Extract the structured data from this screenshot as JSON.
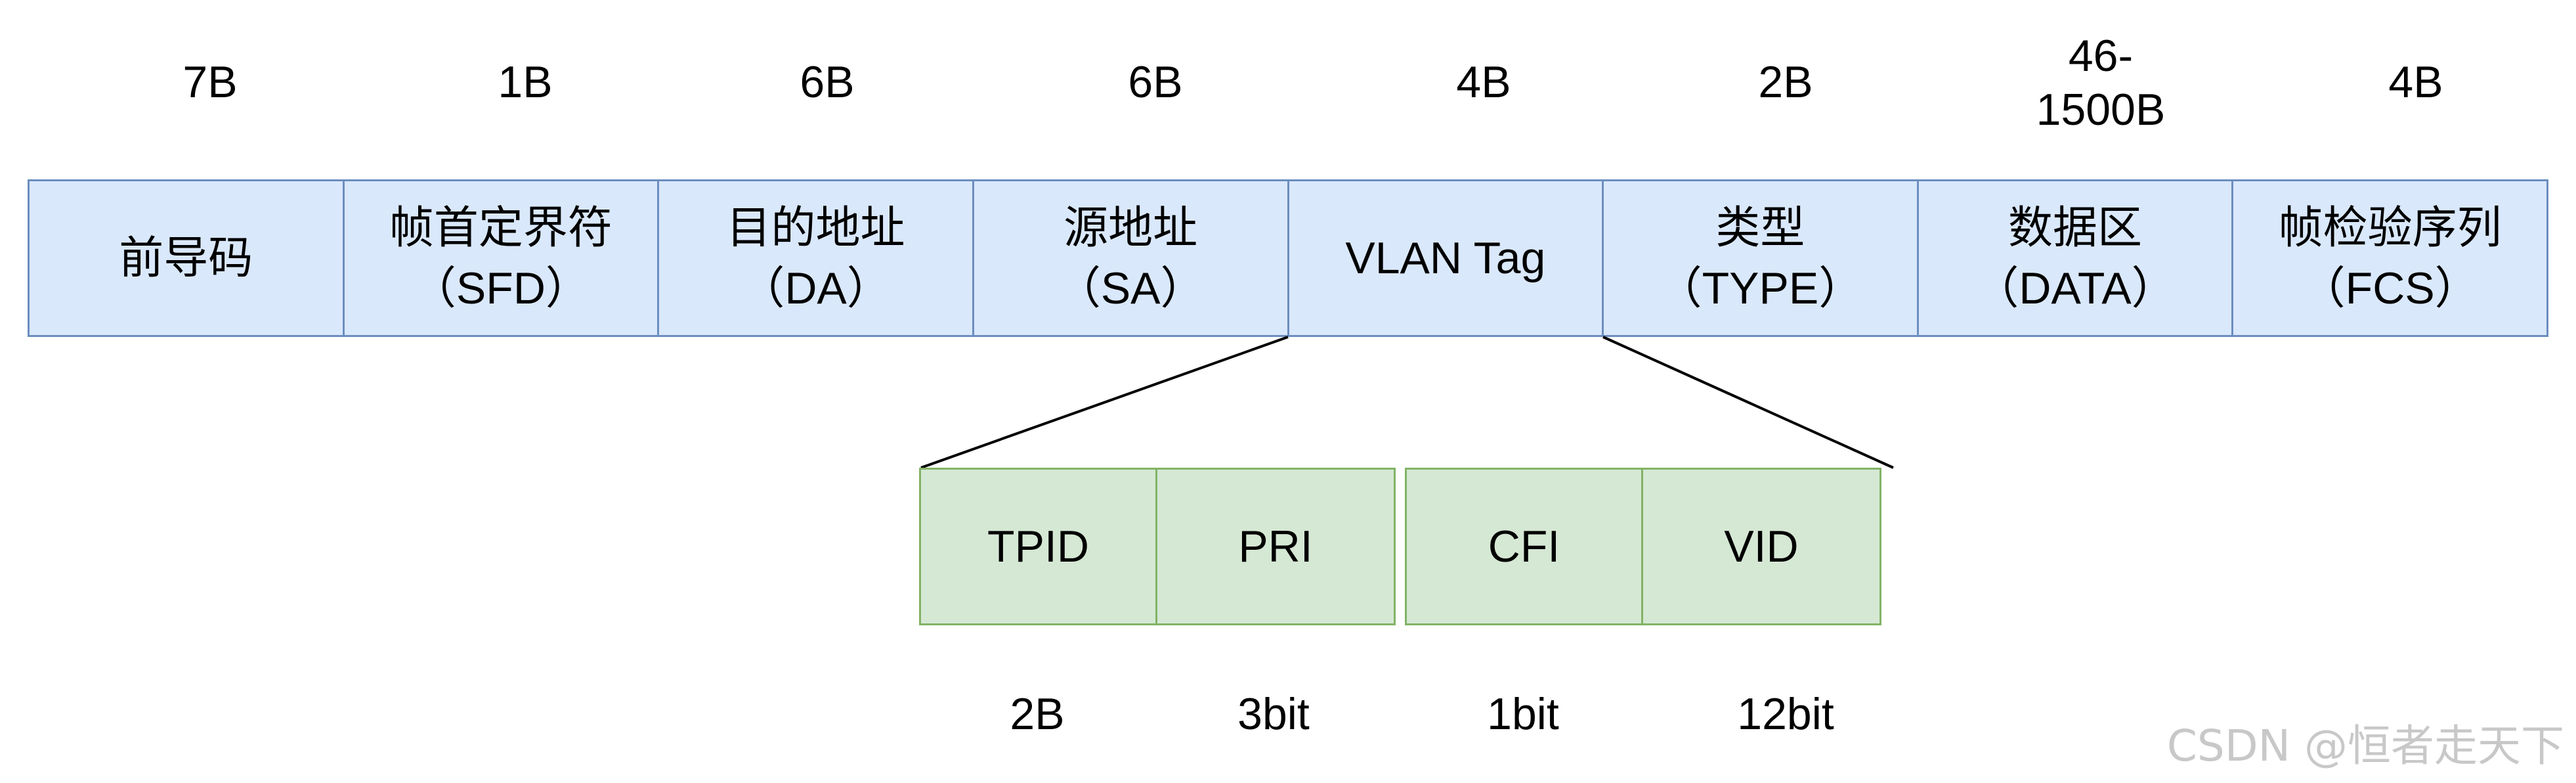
{
  "frame": {
    "sizes": [
      "7B",
      "1B",
      "6B",
      "6B",
      "4B",
      "2B",
      "46-\n1500B",
      "4B"
    ],
    "fields": [
      {
        "name": "前导码",
        "abbr": ""
      },
      {
        "name": "帧首定界符",
        "abbr": "（SFD）"
      },
      {
        "name": "目的地址",
        "abbr": "（DA）"
      },
      {
        "name": "源地址",
        "abbr": "（SA）"
      },
      {
        "name": "VLAN Tag",
        "abbr": ""
      },
      {
        "name": "类型",
        "abbr": "（TYPE）"
      },
      {
        "name": "数据区",
        "abbr": "（DATA）"
      },
      {
        "name": "帧检验序列",
        "abbr": "（FCS）"
      }
    ]
  },
  "vlan_tag": {
    "fields": [
      "TPID",
      "PRI",
      "CFI",
      "VID"
    ],
    "sizes": [
      "2B",
      "3bit",
      "1bit",
      "12bit"
    ]
  },
  "colors": {
    "field_fill": "#dae8fc",
    "field_border": "#6c8ebf",
    "sub_fill": "#d5e8d4",
    "sub_border": "#82b366"
  },
  "watermark": "CSDN @恒者走天下"
}
